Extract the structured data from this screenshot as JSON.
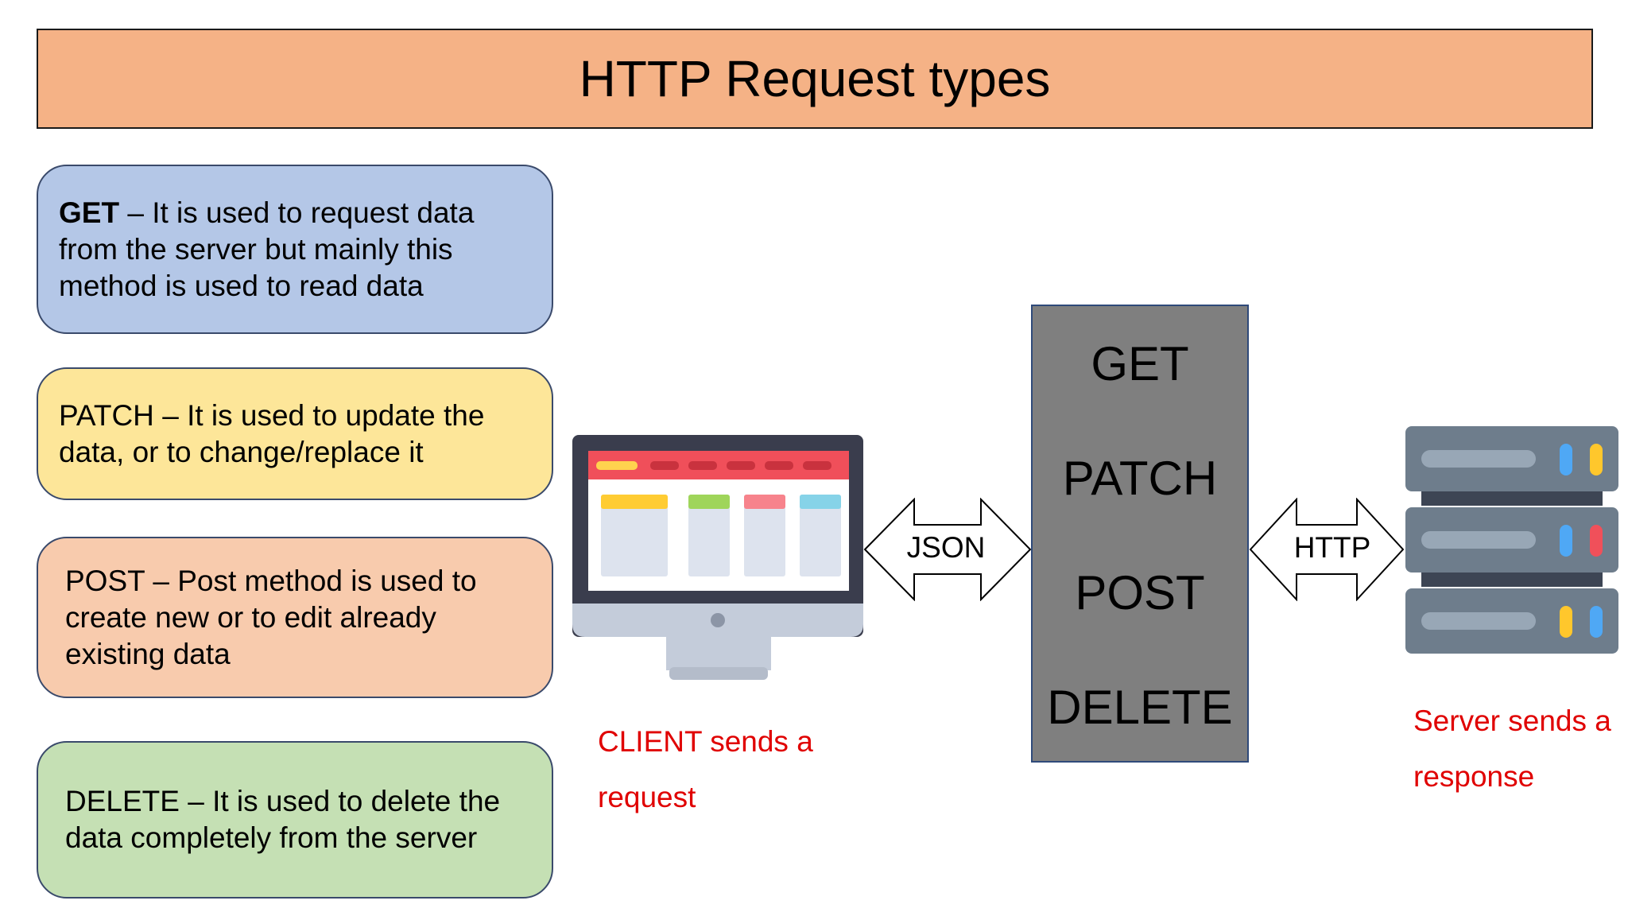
{
  "title": "HTTP Request types",
  "methods": [
    {
      "name": "GET",
      "separator": " – ",
      "description": "It is used to request data from the server but mainly this method is used to read data"
    },
    {
      "name": "PATCH",
      "separator": " – ",
      "description": "It is used to update the data, or to change/replace it"
    },
    {
      "name": "POST",
      "separator": " – ",
      "description": "Post method is used to create new or to edit already existing data"
    },
    {
      "name": "DELETE",
      "separator": " – ",
      "description": "It is used to delete the data completely from the server"
    }
  ],
  "panel_items": [
    "GET",
    "PATCH",
    "POST",
    "DELETE"
  ],
  "arrows": {
    "client_panel": "JSON",
    "panel_server": "HTTP"
  },
  "labels": {
    "client": "CLIENT sends a request",
    "server": "Server  sends a response"
  },
  "colors": {
    "title_bg": "#f5b286",
    "get_box": "#b4c7e7",
    "patch_box": "#fde699",
    "post_box": "#f8cbad",
    "delete_box": "#c5e0b4",
    "panel_bg": "#7f7f7f",
    "label_red": "#e00000"
  },
  "icons": {
    "client": "desktop-monitor-icon",
    "server": "server-rack-icon"
  }
}
